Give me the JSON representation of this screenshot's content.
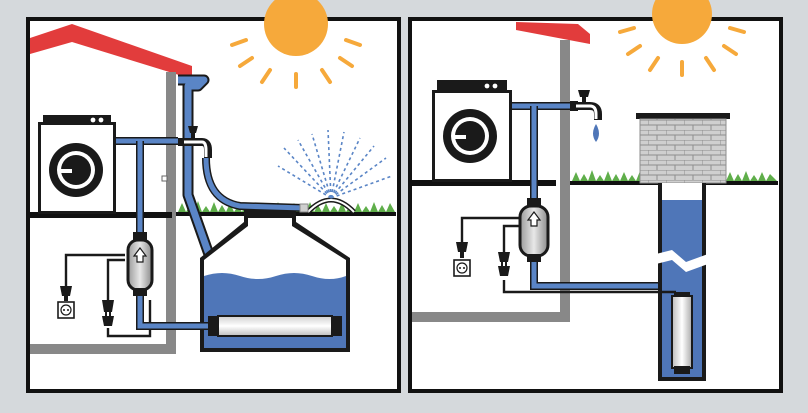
{
  "figure": {
    "panels": [
      {
        "id": "rainwater-tank-system",
        "components": [
          "house-wall",
          "roof",
          "sun",
          "washing-machine",
          "downpipe",
          "outdoor-tap",
          "lawn-sprinkler",
          "booster-pump",
          "power-socket",
          "power-plug",
          "underground-tank",
          "submersible-filter"
        ]
      },
      {
        "id": "borehole-well-system",
        "components": [
          "house-wall",
          "roof",
          "sun",
          "washing-machine",
          "garden-tap",
          "brick-wellhead",
          "booster-pump",
          "power-socket",
          "power-plug",
          "borehole-casing",
          "submersible-pump"
        ]
      }
    ]
  },
  "colors": {
    "background": "#d5d9dc",
    "panel_border": "#111111",
    "wall": "#888888",
    "roof": "#e23c3c",
    "sun": "#f6a93b",
    "pipe": "#5a85c6",
    "water": "#4f76b8",
    "grass": "#5fae4a",
    "appliance": "#1a1a1a",
    "brick": "#c9c9c9"
  }
}
